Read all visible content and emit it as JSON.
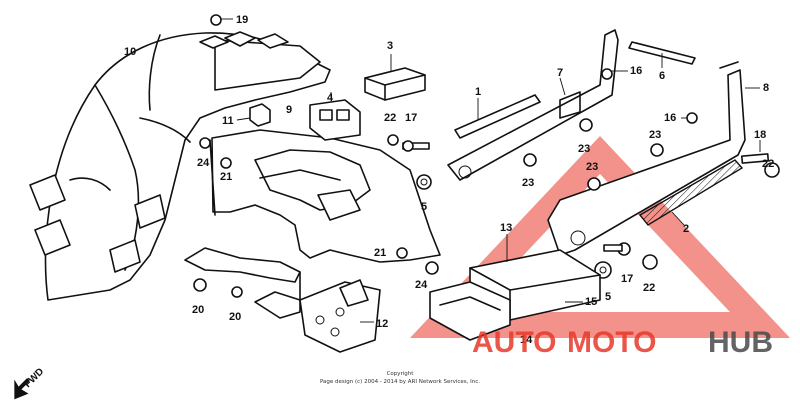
{
  "callouts": {
    "c1": "1",
    "c2": "2",
    "c3": "3",
    "c4": "4",
    "c5a": "5",
    "c5b": "5",
    "c6": "6",
    "c7": "7",
    "c8": "8",
    "c9": "9",
    "c10": "10",
    "c11": "11",
    "c12": "12",
    "c13": "13",
    "c14": "14",
    "c15": "15",
    "c16a": "16",
    "c16b": "16",
    "c17a": "17",
    "c17b": "17",
    "c18": "18",
    "c19": "19",
    "c20a": "20",
    "c20b": "20",
    "c21a": "21",
    "c21b": "21",
    "c22a": "22",
    "c22b": "22",
    "c23a": "23",
    "c23b": "23",
    "c23c": "23",
    "c23d": "23",
    "c24a": "24",
    "c24b": "24"
  },
  "fwd_label": "FWD",
  "copyright": {
    "line1": "Copyright",
    "line2": "Page design (c) 2004 - 2014 by ARI Network Services, Inc."
  },
  "watermark": {
    "word1": "AUTO",
    "word2": "MOTO",
    "word3": "HUB",
    "color_red": "#e8392b",
    "color_gray": "#4a4a4a"
  }
}
